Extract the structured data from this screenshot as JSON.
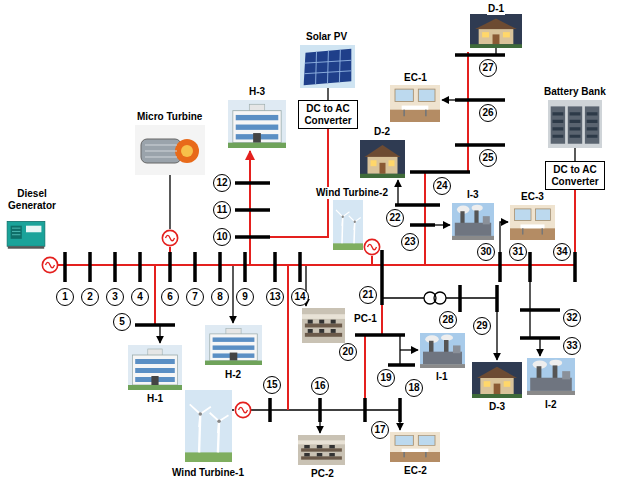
{
  "diagram": {
    "nodes": [
      {
        "text": [
          "1"
        ]
      },
      {
        "text": [
          "2"
        ]
      },
      {
        "text": [
          "3"
        ]
      },
      {
        "text": [
          "4"
        ]
      },
      {
        "text": [
          "5"
        ]
      },
      {
        "text": [
          "6"
        ]
      },
      {
        "text": [
          "7"
        ]
      },
      {
        "text": [
          "8"
        ]
      },
      {
        "text": [
          "9"
        ]
      },
      {
        "text": [
          "10"
        ]
      },
      {
        "text": [
          "11"
        ]
      },
      {
        "text": [
          "12"
        ]
      },
      {
        "text": [
          "13"
        ]
      },
      {
        "text": [
          "14"
        ]
      },
      {
        "text": [
          "15"
        ]
      },
      {
        "text": [
          "16"
        ]
      },
      {
        "text": [
          "17"
        ]
      },
      {
        "text": [
          "18"
        ]
      },
      {
        "text": [
          "19"
        ]
      },
      {
        "text": [
          "20"
        ]
      },
      {
        "text": [
          "21"
        ]
      },
      {
        "text": [
          "22"
        ]
      },
      {
        "text": [
          "23"
        ]
      },
      {
        "text": [
          "24"
        ]
      },
      {
        "text": [
          "25"
        ]
      },
      {
        "text": [
          "26"
        ]
      },
      {
        "text": [
          "27"
        ]
      },
      {
        "text": [
          "28"
        ]
      },
      {
        "text": [
          "29"
        ]
      },
      {
        "text": [
          "30"
        ]
      },
      {
        "text": [
          "31"
        ]
      },
      {
        "text": [
          "32"
        ]
      },
      {
        "text": [
          "33"
        ]
      },
      {
        "text": [
          "34"
        ]
      },
      {
        "text": [
          "DC to AC Converter"
        ]
      },
      {
        "text": [
          "DC to AC Converter"
        ]
      }
    ],
    "labels": [
      "D-1",
      "EC-1",
      "Battery Bank",
      "Solar PV",
      "H-3",
      "Micro Turbine",
      "D-2",
      "EC-3",
      "I-3",
      "Wind Turbine-2",
      "Diesel Generator",
      "I-1",
      "H-2",
      "PC-1",
      "I-2",
      "H-1",
      "D-3",
      "EC-2",
      "PC-2",
      "Wind Turbine-1"
    ]
  }
}
